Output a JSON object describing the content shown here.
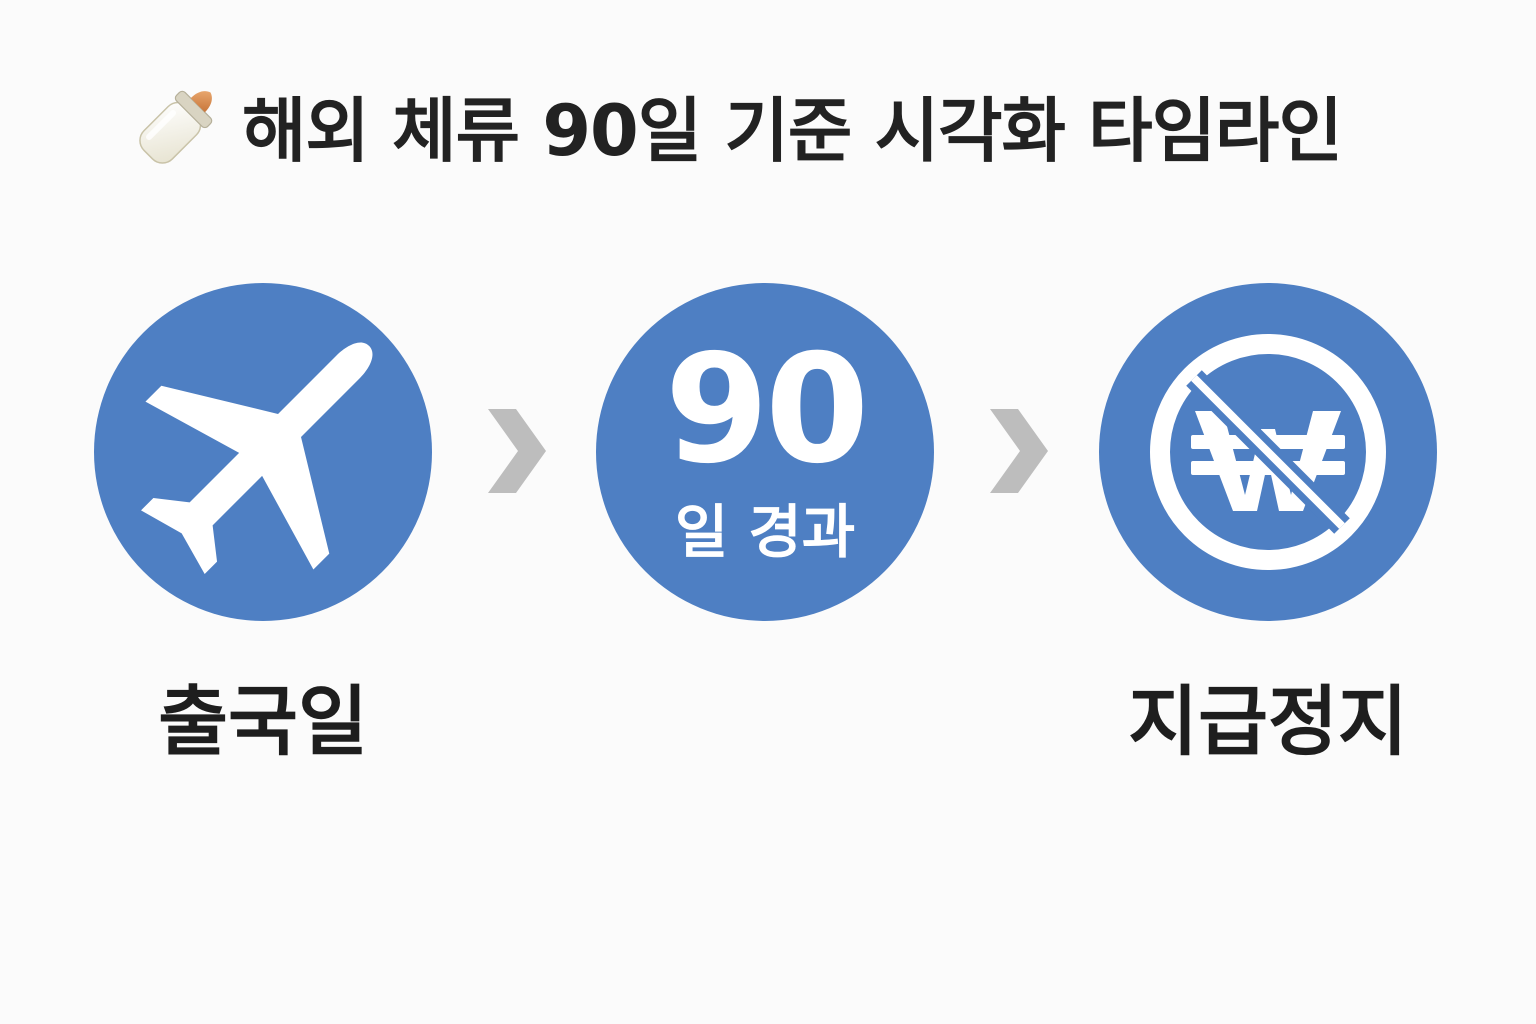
{
  "title": {
    "icon": "baby-bottle-icon",
    "text": "해외 체류 90일 기준 시각화 타임라인"
  },
  "steps": [
    {
      "icon": "airplane-icon",
      "label": "출국일"
    },
    {
      "number": "90",
      "caption": "일 경과",
      "label": ""
    },
    {
      "icon": "no-won-icon",
      "label": "지급정지"
    }
  ],
  "connectors": [
    {
      "icon": "chevron-right-icon"
    },
    {
      "icon": "chevron-right-icon"
    }
  ],
  "colors": {
    "circle": "#4e7fc3",
    "chevron": "#bdbdbd",
    "text": "#222222",
    "background": "#fbfbfb"
  }
}
